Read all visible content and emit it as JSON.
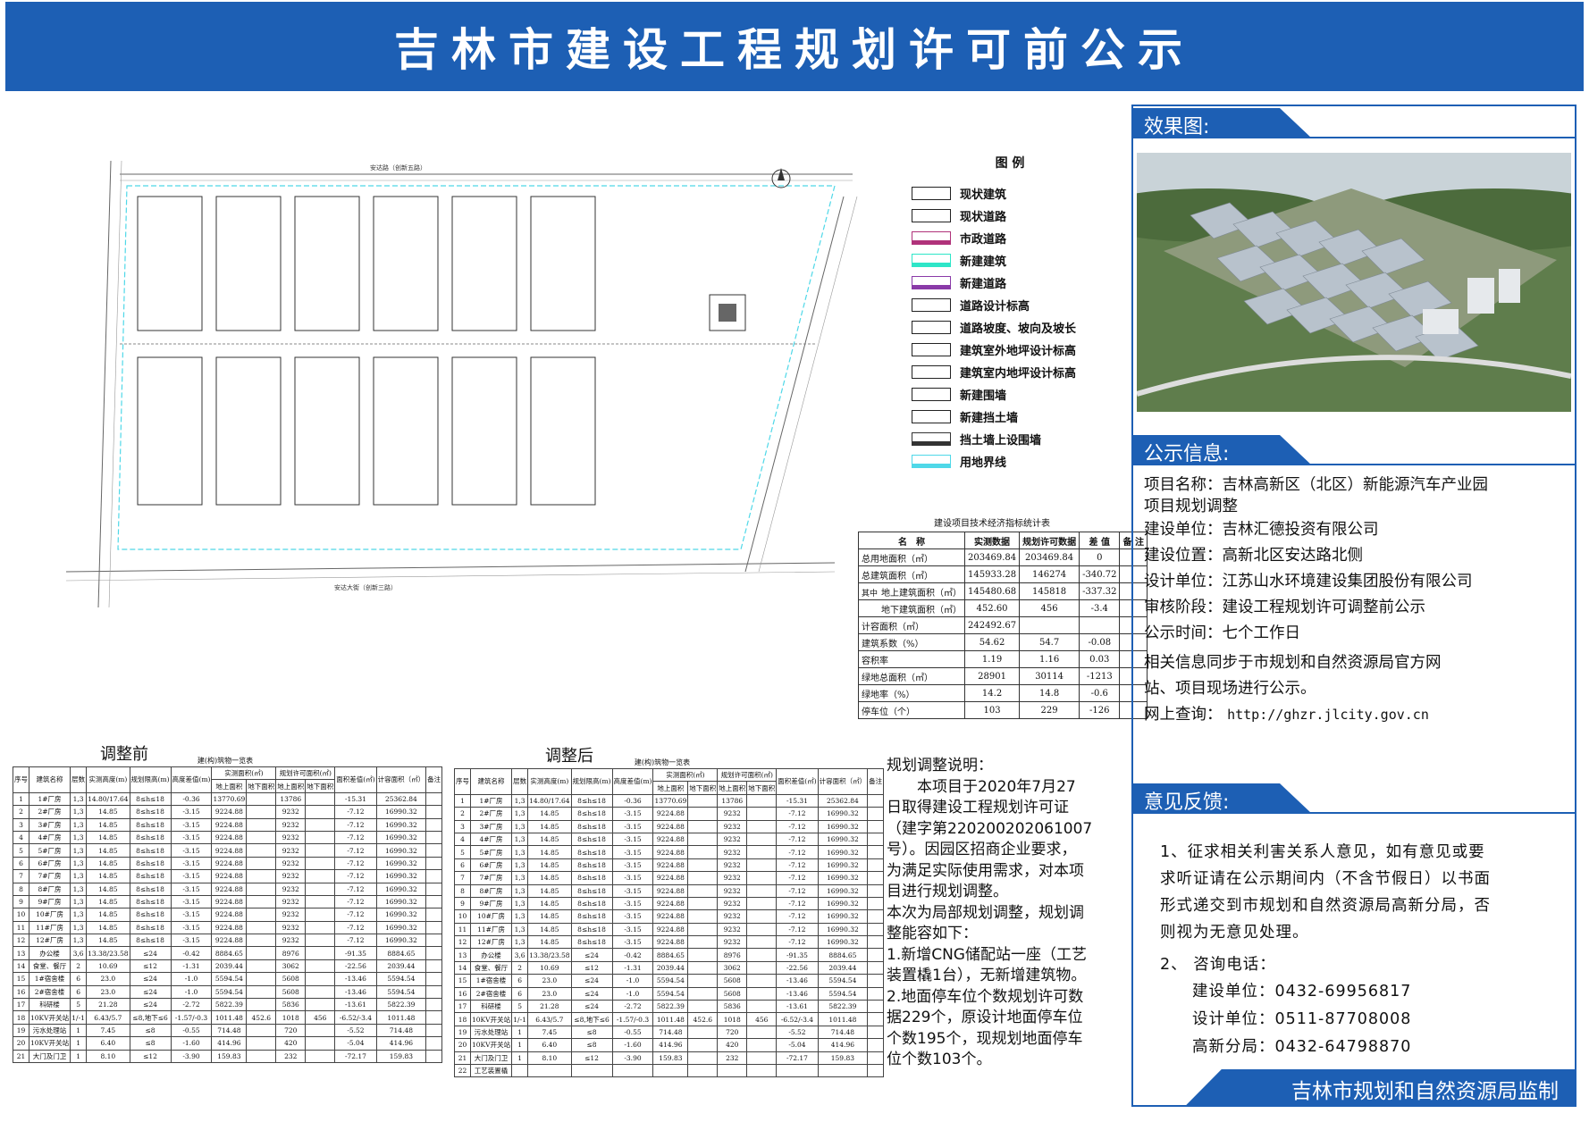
{
  "header": {
    "title": "吉林市建设工程规划许可前公示"
  },
  "legend": {
    "title": "图 例",
    "items": [
      {
        "label": "现状建筑",
        "color": "#ffffff"
      },
      {
        "label": "现状道路",
        "color": "#ffffff"
      },
      {
        "label": "市政道路",
        "color": "#b0327a"
      },
      {
        "label": "新建建筑",
        "color": "#2ee6c8"
      },
      {
        "label": "新建道路",
        "color": "#8a3aa8"
      },
      {
        "label": "道路设计标高",
        "color": "#ffffff"
      },
      {
        "label": "道路坡度、坡向及坡长",
        "color": "#ffffff"
      },
      {
        "label": "建筑室外地坪设计标高",
        "color": "#ffffff"
      },
      {
        "label": "建筑室内地坪设计标高",
        "color": "#ffffff"
      },
      {
        "label": "新建围墙",
        "color": "#ffffff"
      },
      {
        "label": "新建挡土墙",
        "color": "#ffffff"
      },
      {
        "label": "挡土墙上设围墙",
        "color": "#333333"
      },
      {
        "label": "用地界线",
        "color": "#4fd8e8"
      }
    ]
  },
  "plan_labels": {
    "road_north": "安达路（创新五路）",
    "road_south": "安达大街（创新三路）"
  },
  "econ_table": {
    "title": "建设项目技术经济指标统计表",
    "headers": [
      "名　称",
      "实测数据",
      "规划许可数据",
      "差 值",
      "备 注"
    ],
    "rows": [
      [
        "总用地面积（㎡）",
        "203469.84",
        "203469.84",
        "0",
        ""
      ],
      [
        "总建筑面积（㎡）",
        "145933.28",
        "146274",
        "-340.72",
        ""
      ],
      [
        "地上建筑面积（㎡）",
        "145480.68",
        "145818",
        "-337.32",
        ""
      ],
      [
        "地下建筑面积（㎡）",
        "452.60",
        "456",
        "-3.4",
        ""
      ],
      [
        "计容面积（㎡）",
        "242492.67",
        "",
        "",
        ""
      ],
      [
        "建筑系数（%）",
        "54.62",
        "54.7",
        "-0.08",
        ""
      ],
      [
        "容积率",
        "1.19",
        "1.16",
        "0.03",
        ""
      ],
      [
        "绿地总面积（㎡）",
        "28901",
        "30114",
        "-1213",
        ""
      ],
      [
        "绿地率（%）",
        "14.2",
        "14.8",
        "-0.6",
        ""
      ],
      [
        "停车位（个）",
        "103",
        "229",
        "-126",
        ""
      ]
    ],
    "group_label": "其中"
  },
  "before": {
    "title": "调整前",
    "caption": "建(构)筑物一览表",
    "headers": [
      "序号",
      "建筑名称",
      "层数",
      "实测高度(m)",
      "规划限高(m)",
      "高度差值(m)",
      "地上面积",
      "地下面积",
      "地上面积",
      "地下面积",
      "面积差值(㎡)",
      "计容面积（㎡）",
      "备注"
    ],
    "group_headers": [
      "实测面积(㎡)",
      "规划许可面积(㎡)"
    ],
    "rows": [
      [
        "1",
        "1#厂房",
        "1,3",
        "14.80/17.64",
        "8≤h≤18",
        "-0.36",
        "13770.69",
        "",
        "13786",
        "",
        "-15.31",
        "25362.84",
        ""
      ],
      [
        "2",
        "2#厂房",
        "1,3",
        "14.85",
        "8≤h≤18",
        "-3.15",
        "9224.88",
        "",
        "9232",
        "",
        "-7.12",
        "16990.32",
        ""
      ],
      [
        "3",
        "3#厂房",
        "1,3",
        "14.85",
        "8≤h≤18",
        "-3.15",
        "9224.88",
        "",
        "9232",
        "",
        "-7.12",
        "16990.32",
        ""
      ],
      [
        "4",
        "4#厂房",
        "1,3",
        "14.85",
        "8≤h≤18",
        "-3.15",
        "9224.88",
        "",
        "9232",
        "",
        "-7.12",
        "16990.32",
        ""
      ],
      [
        "5",
        "5#厂房",
        "1,3",
        "14.85",
        "8≤h≤18",
        "-3.15",
        "9224.88",
        "",
        "9232",
        "",
        "-7.12",
        "16990.32",
        ""
      ],
      [
        "6",
        "6#厂房",
        "1,3",
        "14.85",
        "8≤h≤18",
        "-3.15",
        "9224.88",
        "",
        "9232",
        "",
        "-7.12",
        "16990.32",
        ""
      ],
      [
        "7",
        "7#厂房",
        "1,3",
        "14.85",
        "8≤h≤18",
        "-3.15",
        "9224.88",
        "",
        "9232",
        "",
        "-7.12",
        "16990.32",
        ""
      ],
      [
        "8",
        "8#厂房",
        "1,3",
        "14.85",
        "8≤h≤18",
        "-3.15",
        "9224.88",
        "",
        "9232",
        "",
        "-7.12",
        "16990.32",
        ""
      ],
      [
        "9",
        "9#厂房",
        "1,3",
        "14.85",
        "8≤h≤18",
        "-3.15",
        "9224.88",
        "",
        "9232",
        "",
        "-7.12",
        "16990.32",
        ""
      ],
      [
        "10",
        "10#厂房",
        "1,3",
        "14.85",
        "8≤h≤18",
        "-3.15",
        "9224.88",
        "",
        "9232",
        "",
        "-7.12",
        "16990.32",
        ""
      ],
      [
        "11",
        "11#厂房",
        "1,3",
        "14.85",
        "8≤h≤18",
        "-3.15",
        "9224.88",
        "",
        "9232",
        "",
        "-7.12",
        "16990.32",
        ""
      ],
      [
        "12",
        "12#厂房",
        "1,3",
        "14.85",
        "8≤h≤18",
        "-3.15",
        "9224.88",
        "",
        "9232",
        "",
        "-7.12",
        "16990.32",
        ""
      ],
      [
        "13",
        "办公楼",
        "3,6",
        "13.38/23.58",
        "≤24",
        "-0.42",
        "8884.65",
        "",
        "8976",
        "",
        "-91.35",
        "8884.65",
        ""
      ],
      [
        "14",
        "食堂、餐厅",
        "2",
        "10.69",
        "≤12",
        "-1.31",
        "2039.44",
        "",
        "3062",
        "",
        "-22.56",
        "2039.44",
        ""
      ],
      [
        "15",
        "1#宿舍楼",
        "6",
        "23.0",
        "≤24",
        "-1.0",
        "5594.54",
        "",
        "5608",
        "",
        "-13.46",
        "5594.54",
        ""
      ],
      [
        "16",
        "2#宿舍楼",
        "6",
        "23.0",
        "≤24",
        "-1.0",
        "5594.54",
        "",
        "5608",
        "",
        "-13.46",
        "5594.54",
        ""
      ],
      [
        "17",
        "科研楼",
        "5",
        "21.28",
        "≤24",
        "-2.72",
        "5822.39",
        "",
        "5836",
        "",
        "-13.61",
        "5822.39",
        ""
      ],
      [
        "18",
        "10KV开关站",
        "1/-1",
        "6.43/5.7",
        "≤8,地下≤6",
        "-1.57/-0.3",
        "1011.48",
        "452.6",
        "1018",
        "456",
        "-6.52/-3.4",
        "1011.48",
        ""
      ],
      [
        "19",
        "污水处理站",
        "1",
        "7.45",
        "≤8",
        "-0.55",
        "714.48",
        "",
        "720",
        "",
        "-5.52",
        "714.48",
        ""
      ],
      [
        "20",
        "10KV开关站",
        "1",
        "6.40",
        "≤8",
        "-1.60",
        "414.96",
        "",
        "420",
        "",
        "-5.04",
        "414.96",
        ""
      ],
      [
        "21",
        "大门及门卫",
        "1",
        "8.10",
        "≤12",
        "-3.90",
        "159.83",
        "",
        "232",
        "",
        "-72.17",
        "159.83",
        ""
      ]
    ]
  },
  "after": {
    "title": "调整后",
    "caption": "建(构)筑物一览表",
    "headers": [
      "序号",
      "建筑名称",
      "层数",
      "实测高度(m)",
      "规划限高(m)",
      "高度差值(m)",
      "地上面积",
      "地下面积",
      "地上面积",
      "地下面积",
      "面积差值(㎡)",
      "计容面积（㎡）",
      "备注"
    ],
    "group_headers": [
      "实测面积(㎡)",
      "规划许可面积(㎡)"
    ],
    "rows": [
      [
        "1",
        "1#厂房",
        "1,3",
        "14.80/17.64",
        "8≤h≤18",
        "-0.36",
        "13770.69",
        "",
        "13786",
        "",
        "-15.31",
        "25362.84",
        ""
      ],
      [
        "2",
        "2#厂房",
        "1,3",
        "14.85",
        "8≤h≤18",
        "-3.15",
        "9224.88",
        "",
        "9232",
        "",
        "-7.12",
        "16990.32",
        ""
      ],
      [
        "3",
        "3#厂房",
        "1,3",
        "14.85",
        "8≤h≤18",
        "-3.15",
        "9224.88",
        "",
        "9232",
        "",
        "-7.12",
        "16990.32",
        ""
      ],
      [
        "4",
        "4#厂房",
        "1,3",
        "14.85",
        "8≤h≤18",
        "-3.15",
        "9224.88",
        "",
        "9232",
        "",
        "-7.12",
        "16990.32",
        ""
      ],
      [
        "5",
        "5#厂房",
        "1,3",
        "14.85",
        "8≤h≤18",
        "-3.15",
        "9224.88",
        "",
        "9232",
        "",
        "-7.12",
        "16990.32",
        ""
      ],
      [
        "6",
        "6#厂房",
        "1,3",
        "14.85",
        "8≤h≤18",
        "-3.15",
        "9224.88",
        "",
        "9232",
        "",
        "-7.12",
        "16990.32",
        ""
      ],
      [
        "7",
        "7#厂房",
        "1,3",
        "14.85",
        "8≤h≤18",
        "-3.15",
        "9224.88",
        "",
        "9232",
        "",
        "-7.12",
        "16990.32",
        ""
      ],
      [
        "8",
        "8#厂房",
        "1,3",
        "14.85",
        "8≤h≤18",
        "-3.15",
        "9224.88",
        "",
        "9232",
        "",
        "-7.12",
        "16990.32",
        ""
      ],
      [
        "9",
        "9#厂房",
        "1,3",
        "14.85",
        "8≤h≤18",
        "-3.15",
        "9224.88",
        "",
        "9232",
        "",
        "-7.12",
        "16990.32",
        ""
      ],
      [
        "10",
        "10#厂房",
        "1,3",
        "14.85",
        "8≤h≤18",
        "-3.15",
        "9224.88",
        "",
        "9232",
        "",
        "-7.12",
        "16990.32",
        ""
      ],
      [
        "11",
        "11#厂房",
        "1,3",
        "14.85",
        "8≤h≤18",
        "-3.15",
        "9224.88",
        "",
        "9232",
        "",
        "-7.12",
        "16990.32",
        ""
      ],
      [
        "12",
        "12#厂房",
        "1,3",
        "14.85",
        "8≤h≤18",
        "-3.15",
        "9224.88",
        "",
        "9232",
        "",
        "-7.12",
        "16990.32",
        ""
      ],
      [
        "13",
        "办公楼",
        "3,6",
        "13.38/23.58",
        "≤24",
        "-0.42",
        "8884.65",
        "",
        "8976",
        "",
        "-91.35",
        "8884.65",
        ""
      ],
      [
        "14",
        "食堂、餐厅",
        "2",
        "10.69",
        "≤12",
        "-1.31",
        "2039.44",
        "",
        "3062",
        "",
        "-22.56",
        "2039.44",
        ""
      ],
      [
        "15",
        "1#宿舍楼",
        "6",
        "23.0",
        "≤24",
        "-1.0",
        "5594.54",
        "",
        "5608",
        "",
        "-13.46",
        "5594.54",
        ""
      ],
      [
        "16",
        "2#宿舍楼",
        "6",
        "23.0",
        "≤24",
        "-1.0",
        "5594.54",
        "",
        "5608",
        "",
        "-13.46",
        "5594.54",
        ""
      ],
      [
        "17",
        "科研楼",
        "5",
        "21.28",
        "≤24",
        "-2.72",
        "5822.39",
        "",
        "5836",
        "",
        "-13.61",
        "5822.39",
        ""
      ],
      [
        "18",
        "10KV开关站",
        "1/-1",
        "6.43/5.7",
        "≤8,地下≤6",
        "-1.57/-0.3",
        "1011.48",
        "452.6",
        "1018",
        "456",
        "-6.52/-3.4",
        "1011.48",
        ""
      ],
      [
        "19",
        "污水处理站",
        "1",
        "7.45",
        "≤8",
        "-0.55",
        "714.48",
        "",
        "720",
        "",
        "-5.52",
        "714.48",
        ""
      ],
      [
        "20",
        "10KV开关站",
        "1",
        "6.40",
        "≤8",
        "-1.60",
        "414.96",
        "",
        "420",
        "",
        "-5.04",
        "414.96",
        ""
      ],
      [
        "21",
        "大门及门卫",
        "1",
        "8.10",
        "≤12",
        "-3.90",
        "159.83",
        "",
        "232",
        "",
        "-72.17",
        "159.83",
        ""
      ],
      [
        "22",
        "工艺装置橇",
        "",
        "",
        "",
        "",
        "",
        "",
        "",
        "",
        "",
        "",
        ""
      ]
    ]
  },
  "note": {
    "title": "规划调整说明：",
    "lines": [
      "　　本项目于2020年7月27",
      "日取得建设工程规划许可证",
      "（建字第220200202061007",
      "号）。因园区招商企业要求，",
      "为满足实际使用需求，对本项",
      "目进行规划调整。",
      "本次为局部规划调整，规划调",
      "整能容如下：",
      "1.新增CNG储配站一座（工艺",
      "装置橇1台），无新增建筑物。",
      "2.地面停车位个数规划许可数",
      "据229个，原设计地面停车位",
      "个数195个，现规划地面停车",
      "位个数103个。"
    ]
  },
  "right_panel": {
    "render_title": "效果图:",
    "info_title": "公示信息:",
    "info_rows": [
      "项目名称：吉林高新区（北区）新能源汽车产业园",
      "项目规划调整",
      "建设单位：吉林汇德投资有限公司",
      "建设位置：高新北区安达路北侧",
      "设计单位：江苏山水环境建设集团股份有限公司",
      "审核阶段：建设工程规划许可调整前公示",
      "公示时间：七个工作日",
      "相关信息同步于市规划和自然资源局官方网",
      "站、项目现场进行公示。"
    ],
    "web_label": "网上查询：",
    "web_url": "http://ghzr.jlcity.gov.cn",
    "feedback_title": "意见反馈:",
    "feedback_lines": [
      "1、征求相关利害关系人意见，如有意见或要",
      "求听证请在公示期间内（不含节假日）以书面",
      "形式递交到市规划和自然资源局高新分局，否",
      "则视为无意见处理。"
    ],
    "consult_label": "2、 咨询电话：",
    "phones": [
      "建设单位：0432-69956817",
      "设计单位：0511-87708008",
      "高新分局：0432-64798870"
    ],
    "footer": "吉林市规划和自然资源局监制"
  },
  "colors": {
    "brand_blue": "#1d5fb4",
    "grass": "#6f8a5a",
    "roof": "#b8c2cc"
  }
}
